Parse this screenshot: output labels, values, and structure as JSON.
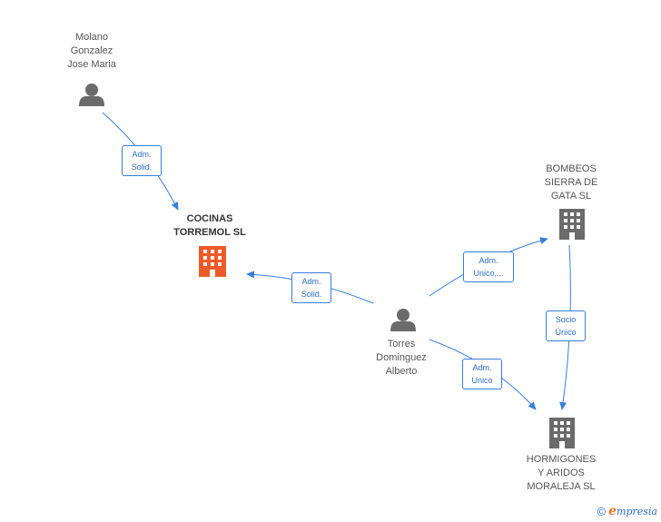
{
  "colors": {
    "edge": "#3b7dd8",
    "person_icon": "#6b6b6b",
    "company_icon": "#6b6b6b",
    "main_company_icon": "#f05a28"
  },
  "nodes": {
    "molano": {
      "label": "Molano\nGonzalez\nJose Maria",
      "icon": "person-icon"
    },
    "cocinas": {
      "label": "COCINAS\nTORREMOL SL",
      "icon": "building-icon"
    },
    "torres": {
      "label": "Torres\nDominguez\nAlberto",
      "icon": "person-icon"
    },
    "bombeos": {
      "label": "BOMBEOS\nSIERRA DE\nGATA SL",
      "icon": "building-icon"
    },
    "hormigones": {
      "label": "HORMIGONES\nY ARIDOS\nMORALEJA SL",
      "icon": "building-icon"
    }
  },
  "edges": {
    "molano_cocinas": {
      "label": "Adm.\nSolid."
    },
    "torres_cocinas": {
      "label": "Adm.\nSolid."
    },
    "torres_bombeos": {
      "label": "Adm.\nUnico,..."
    },
    "torres_hormigones": {
      "label": "Adm.\nUnico"
    },
    "bombeos_hormigones": {
      "label": "Socio\nÚnico"
    }
  },
  "footer": {
    "copyright_symbol": "©",
    "brand_initial": "e",
    "brand_rest": "mpresia"
  }
}
